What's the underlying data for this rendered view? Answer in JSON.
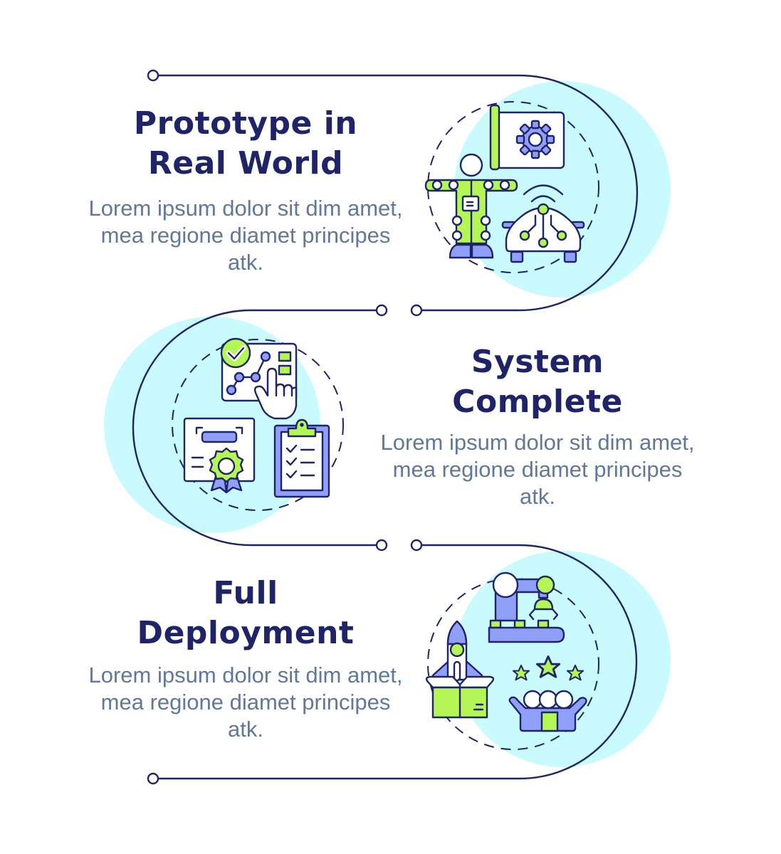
{
  "colors": {
    "navy": "#1f2468",
    "text_gray": "#61789a",
    "cyan_bg": "#c9fafd",
    "lime": "#b4f656",
    "periwinkle": "#8f9ffa",
    "white": "#ffffff"
  },
  "steps": [
    {
      "title": "Prototype in Real World",
      "title_lines": [
        "Prototype in",
        "Real World"
      ],
      "description": "Lorem ipsum dolor sit dim amet, mea regione diamet principes atk.",
      "icon": "motion-capture-suit-and-smart-car-icon"
    },
    {
      "title": "System Complete",
      "title_lines": [
        "System",
        "Complete"
      ],
      "description": "Lorem ipsum dolor sit dim amet, mea regione diamet principes atk.",
      "icon": "certificate-checklist-and-touch-dashboard-icon"
    },
    {
      "title": "Full Deployment",
      "title_lines": [
        "Full",
        "Deployment"
      ],
      "description": "Lorem ipsum dolor sit dim amet, mea regione diamet principes atk.",
      "icon": "rocket-box-robot-arm-and-team-rating-icon"
    }
  ]
}
